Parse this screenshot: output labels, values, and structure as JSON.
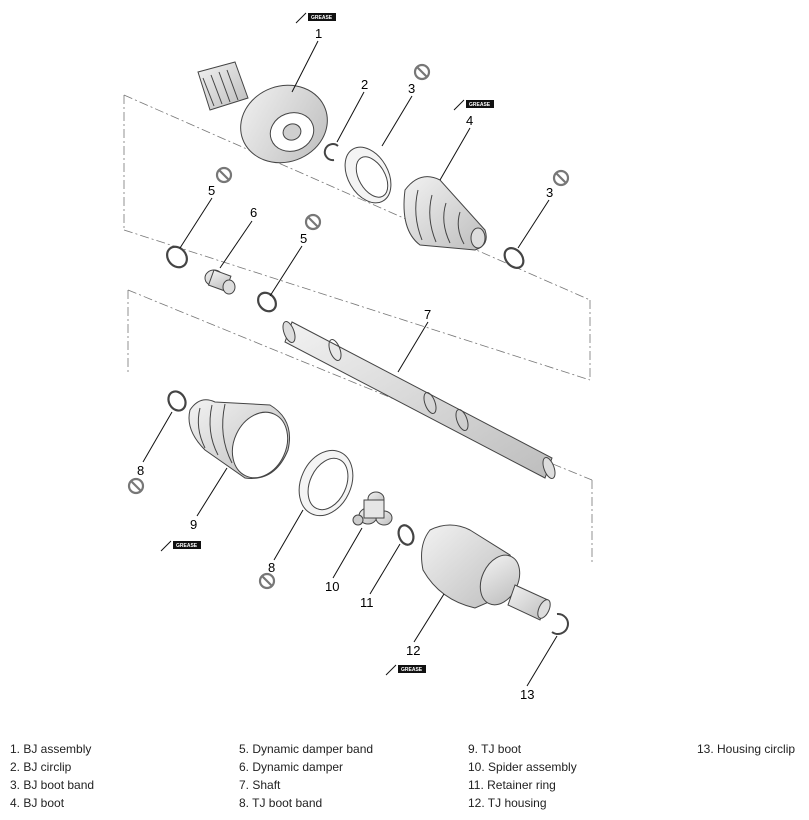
{
  "callouts": [
    "1",
    "2",
    "3",
    "4",
    "5",
    "6",
    "5",
    "3",
    "7",
    "8",
    "9",
    "8",
    "10",
    "11",
    "12",
    "13"
  ],
  "grease_label": "GREASE",
  "legend": {
    "col1": [
      "1. BJ assembly",
      "2. BJ circlip",
      "3. BJ boot band",
      "4. BJ boot"
    ],
    "col2": [
      "5. Dynamic damper band",
      "6. Dynamic damper",
      "7. Shaft",
      "8. TJ boot band"
    ],
    "col3": [
      "9. TJ boot",
      "10. Spider assembly",
      "11. Retainer ring",
      "12. TJ housing"
    ],
    "col4": [
      "13. Housing circlip"
    ]
  },
  "colors": {
    "line": "#111111",
    "part": "#444444",
    "no_reuse": "#777777",
    "text": "#222222"
  }
}
